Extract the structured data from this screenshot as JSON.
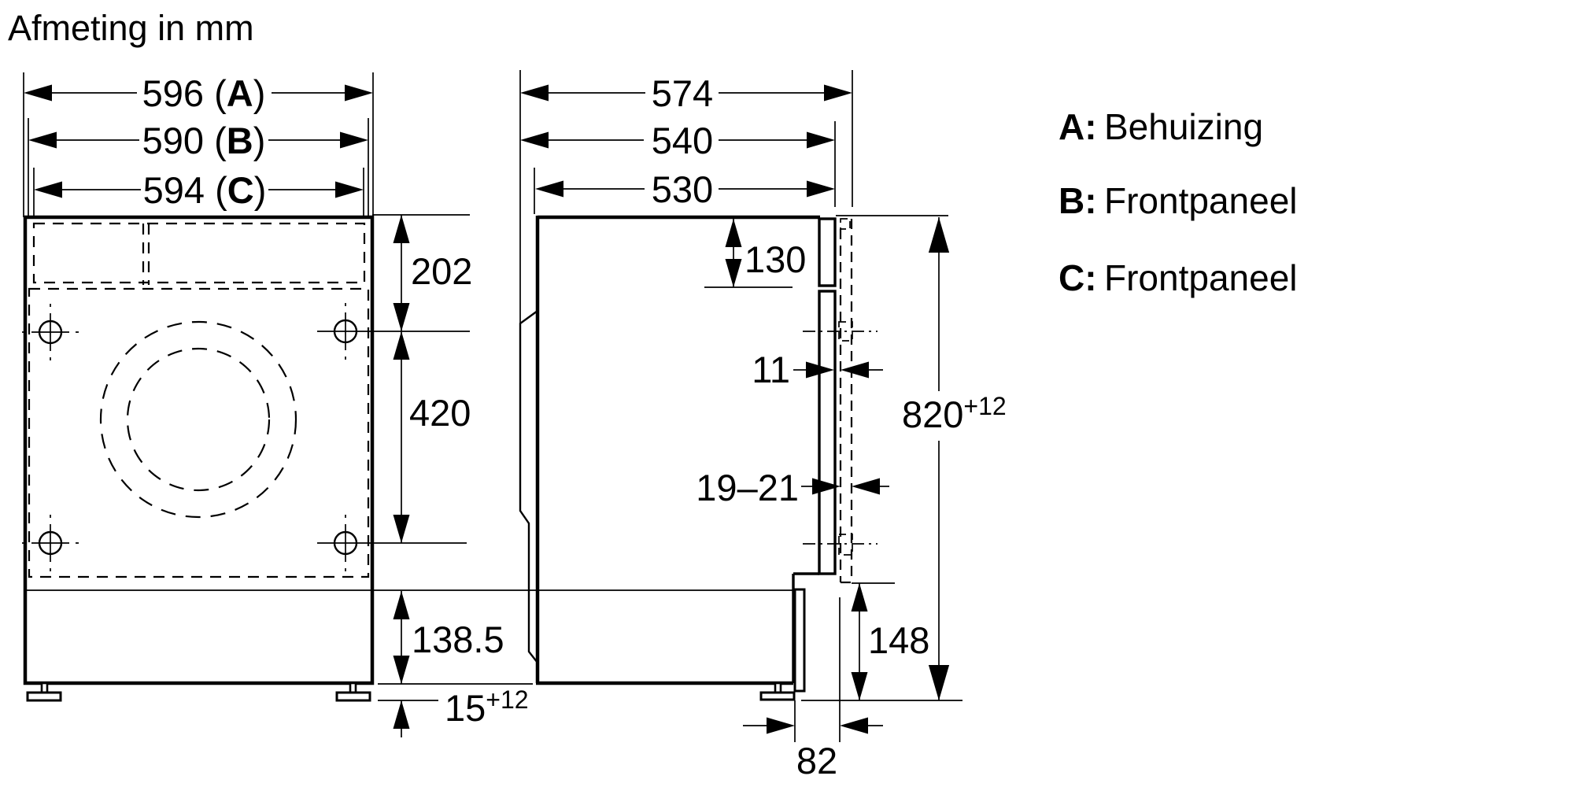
{
  "title": "Afmeting in mm",
  "front_view": {
    "width_dims": [
      {
        "value": "596 (",
        "letter": "A",
        "close": ")"
      },
      {
        "value": "590 (",
        "letter": "B",
        "close": ")"
      },
      {
        "value": "594 (",
        "letter": "C",
        "close": ")"
      }
    ],
    "dim_top_section": "202",
    "dim_hole_spacing": "420",
    "dim_plinth_height": "138.5",
    "dim_feet": {
      "value": "15",
      "tolerance": "+12"
    }
  },
  "side_view": {
    "depth_dims": [
      "574",
      "540",
      "530"
    ],
    "dim_top_edge": "130",
    "dim_front_gap": "11",
    "dim_panel_thickness": "19–21",
    "dim_niche_height": {
      "value": "820",
      "tolerance": "+12"
    },
    "dim_plinth_recess_height": "148",
    "dim_plinth_recess_depth": "82"
  },
  "legend": {
    "items": [
      {
        "key": "A:",
        "label": "Behuizing"
      },
      {
        "key": "B:",
        "label": "Frontpaneel"
      },
      {
        "key": "C:",
        "label": "Frontpaneel"
      }
    ]
  }
}
